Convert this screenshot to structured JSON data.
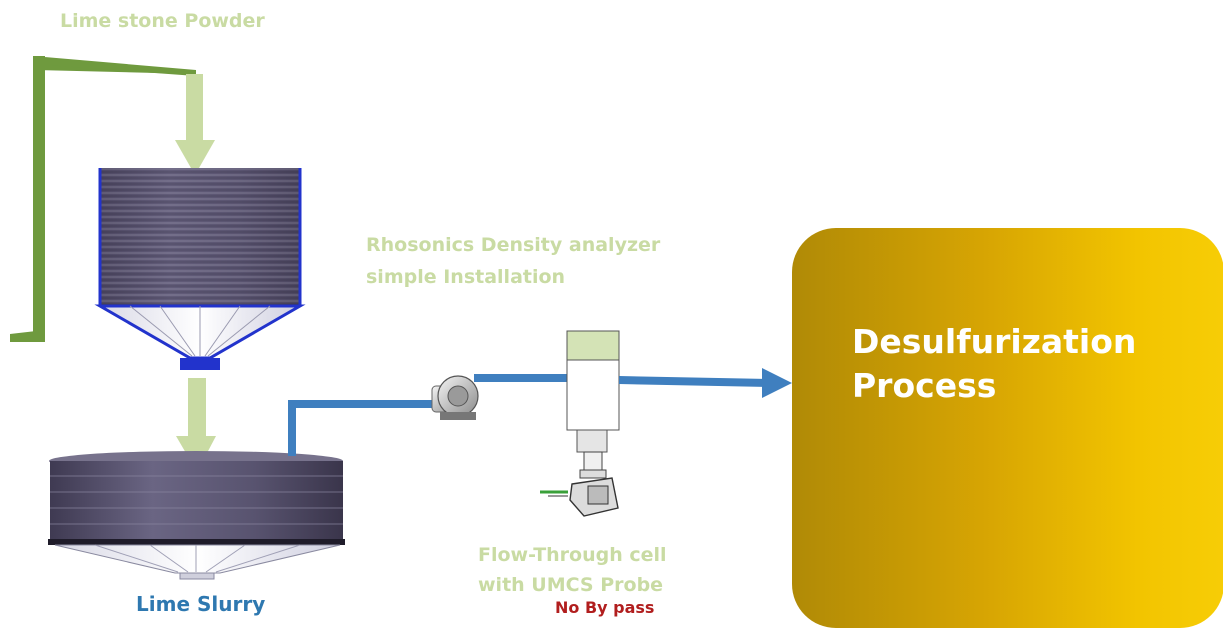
{
  "labels": {
    "limestone": "Lime stone Powder",
    "rhosonics_line1": "Rhosonics Density analyzer",
    "rhosonics_line2": "simple Installation",
    "flow_line1": "Flow-Through cell",
    "flow_line2": "with UMCS Probe",
    "lime_slurry": "Lime Slurry",
    "no_bypass": "No By pass",
    "process_line1": "Desulfurization",
    "process_line2": "Process"
  },
  "colors": {
    "feed_line": "#6f9a3e",
    "flow_arrow": "#c9dba3",
    "pipe": "#3f7fbf",
    "process_box": "#d7a503",
    "silo_body": "#5a5470",
    "silo_outline": "#2233cc"
  },
  "icons": [
    "pump-icon",
    "flow-cell-icon",
    "probe-icon",
    "silo-icon",
    "slurry-tank-icon"
  ]
}
